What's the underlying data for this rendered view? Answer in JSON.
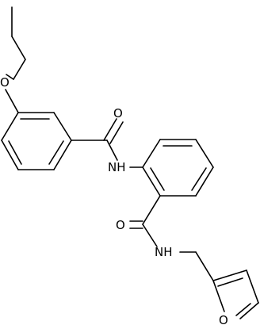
{
  "molecule": {
    "atoms": {
      "ether_oxygen": "O",
      "carbonyl_oxygen_top": "O",
      "amide_nh_top": "NH",
      "carbonyl_oxygen_bottom": "O",
      "amide_nh_bottom": "NH",
      "furan_oxygen": "O"
    },
    "colors": {
      "bond": "#000000",
      "label": "#000000",
      "background": "#ffffff"
    }
  }
}
